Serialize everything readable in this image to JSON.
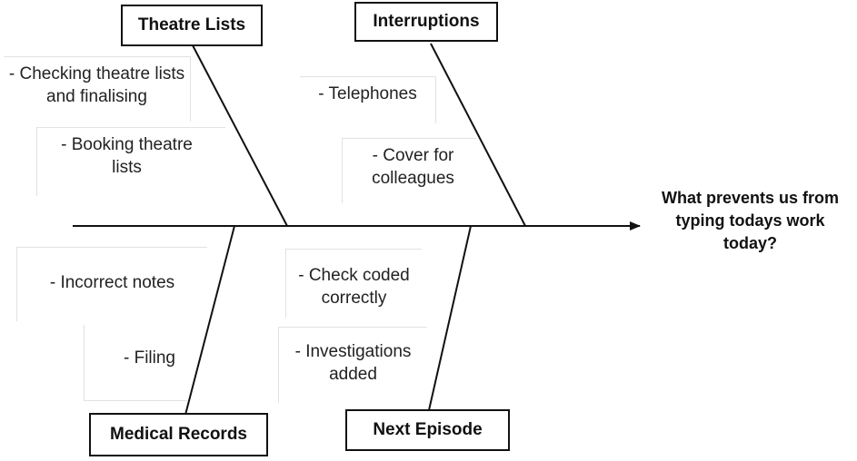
{
  "effect": "What prevents us from typing todays work today?",
  "categories": {
    "theatre_lists": {
      "title": "Theatre Lists",
      "causes": [
        "- Checking theatre lists and finalising",
        "- Booking theatre lists"
      ]
    },
    "interruptions": {
      "title": "Interruptions",
      "causes": [
        "- Telephones",
        "- Cover for colleagues"
      ]
    },
    "medical_records": {
      "title": "Medical Records",
      "causes": [
        "- Incorrect notes",
        "- Filing"
      ]
    },
    "next_episode": {
      "title": "Next Episode",
      "causes": [
        "- Check coded correctly",
        "- Investigations added"
      ]
    }
  }
}
